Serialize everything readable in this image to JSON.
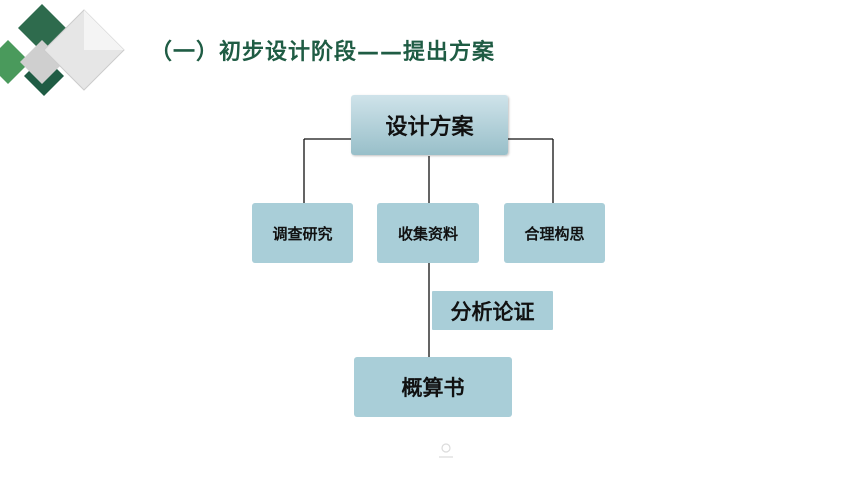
{
  "slide": {
    "title": "（一）初步设计阶段——提出方案"
  },
  "diagram": {
    "root": "设计方案",
    "children": [
      "调查研究",
      "收集资料",
      "合理构思"
    ],
    "analysis_label": "分析论证",
    "result": "概算书"
  },
  "colors": {
    "node_fill": "#a9ced8",
    "title_color": "#1f5c44",
    "logo_dark": "#2e6b4d",
    "logo_green": "#4a9a5c"
  }
}
